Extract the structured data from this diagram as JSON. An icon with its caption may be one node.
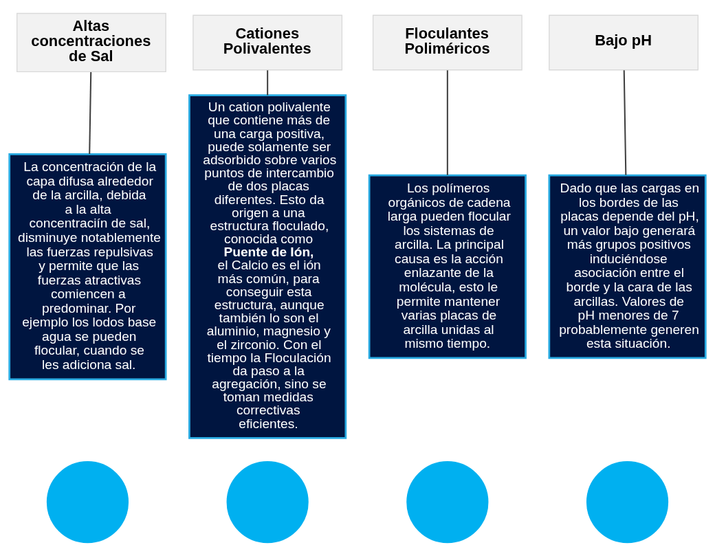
{
  "diagram": {
    "nodes": [
      {
        "text": [
          "Altas concentraciones de Sal"
        ]
      },
      {
        "text": [
          "La concentración de la capa difusa alrededor de la arcilla, debida a la alta concentraciín de sal, disminuye notablemente las fuerzas repulsivas y permite que las fuerzas atractivas comiencen a predominar. Por ejemplo los lodos base agua se pueden flocular, cuando se les adiciona sal."
        ]
      },
      {
        "text": [],
        "shape": "circle"
      },
      {
        "text": [
          "Cationes Polivalentes"
        ]
      },
      {
        "text": [
          "Un cation polivalente que contiene más de una carga positiva, puede solamente ser adsorbido sobre varios puntos de intercambio de dos placas diferentes. Esto da origen a una estructura floculado, conocida como **Puente de Ión,** el Calcio es el ión más común, para conseguir esta estructura, aunque también lo son el aluminio, magnesio y el zirconio. Con el tiempo la Floculación da paso a la agregación, sino se toman medidas correctivas eficientes."
        ]
      },
      {
        "text": [],
        "shape": "circle"
      },
      {
        "text": [
          "Floculantes Poliméricos"
        ]
      },
      {
        "text": [
          "Los polímeros orgánicos de cadena larga pueden flocular los sistemas de arcilla. La principal causa es la acción enlazante de la molécula, esto le permite mantener varias placas de arcilla unidas al mismo tiempo."
        ]
      },
      {
        "text": [],
        "shape": "circle"
      },
      {
        "text": [
          "Bajo pH"
        ]
      },
      {
        "text": [
          "Dado que las cargas en los bordes de las placas depende del pH, un valor bajo generará más grupos positivos induciéndose asociación entre el borde y la cara de las arcillas. Valores de pH menores de 7 probablemente generen esta situación."
        ]
      },
      {
        "text": [],
        "shape": "circle"
      }
    ],
    "edges": [
      {
        "from": 0,
        "to": 1,
        "arrow": "none"
      },
      {
        "from": 3,
        "to": 4,
        "arrow": "none"
      },
      {
        "from": 6,
        "to": 7,
        "arrow": "none"
      },
      {
        "from": 9,
        "to": 10,
        "arrow": "none"
      }
    ]
  }
}
